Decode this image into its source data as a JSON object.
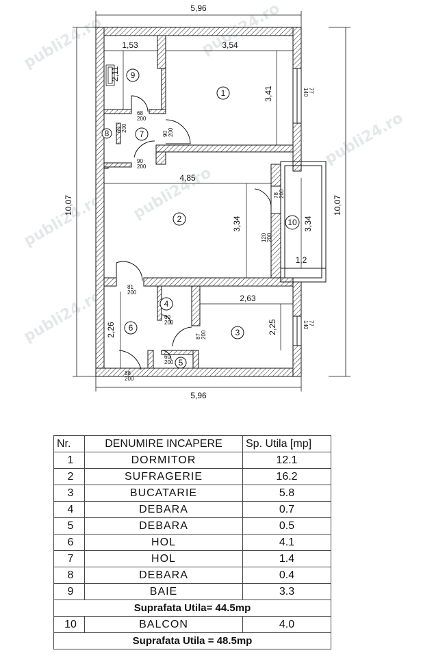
{
  "plan": {
    "dim_top": "5,96",
    "dim_bottom": "5,96",
    "dim_left": "10,07",
    "dim_right": "10,07",
    "room_dims": {
      "r9_w": "1,53",
      "r9_h": "2,11",
      "r1_w": "3,54",
      "r1_h": "3,41",
      "r2_w": "4,85",
      "r2_h": "3,34",
      "r10_h": "3,34",
      "r10_w": "1,2",
      "r3_w": "2,63",
      "r3_h": "2,25",
      "r6_h": "2,26"
    },
    "door_labels": {
      "d9": "68\n200",
      "d8": "60\n200",
      "d7": "90\n200",
      "d7b": "90\n200",
      "d1": "77\n140",
      "d10": "78\n200",
      "d10b": "120\n200",
      "d6": "81\n200",
      "d4": "60\n200",
      "d3": "87\n200",
      "d5": "60\n200",
      "d_entry": "88\n200",
      "w3": "77\n140"
    },
    "room_numbers": [
      "1",
      "2",
      "3",
      "4",
      "5",
      "6",
      "7",
      "8",
      "9",
      "10"
    ]
  },
  "table": {
    "headers": {
      "nr": "Nr.",
      "name": "DENUMIRE INCAPERE",
      "area": "Sp. Utila  [mp]"
    },
    "rows": [
      {
        "nr": "1",
        "name": "DORMITOR",
        "area": "12.1"
      },
      {
        "nr": "2",
        "name": "SUFRAGERIE",
        "area": "16.2"
      },
      {
        "nr": "3",
        "name": "BUCATARIE",
        "area": "5.8"
      },
      {
        "nr": "4",
        "name": "DEBARA",
        "area": "0.7"
      },
      {
        "nr": "5",
        "name": "DEBARA",
        "area": "0.5"
      },
      {
        "nr": "6",
        "name": "HOL",
        "area": "4.1"
      },
      {
        "nr": "7",
        "name": "HOL",
        "area": "1.4"
      },
      {
        "nr": "8",
        "name": "DEBARA",
        "area": "0.4"
      },
      {
        "nr": "9",
        "name": "BAIE",
        "area": "3.3"
      }
    ],
    "subtotal": "Suprafata Utila= 44.5mp",
    "balcony": {
      "nr": "10",
      "name": "BALCON",
      "area": "4.0"
    },
    "total": "Suprafata Utila = 48.5mp"
  },
  "watermark": "publi24.ro"
}
